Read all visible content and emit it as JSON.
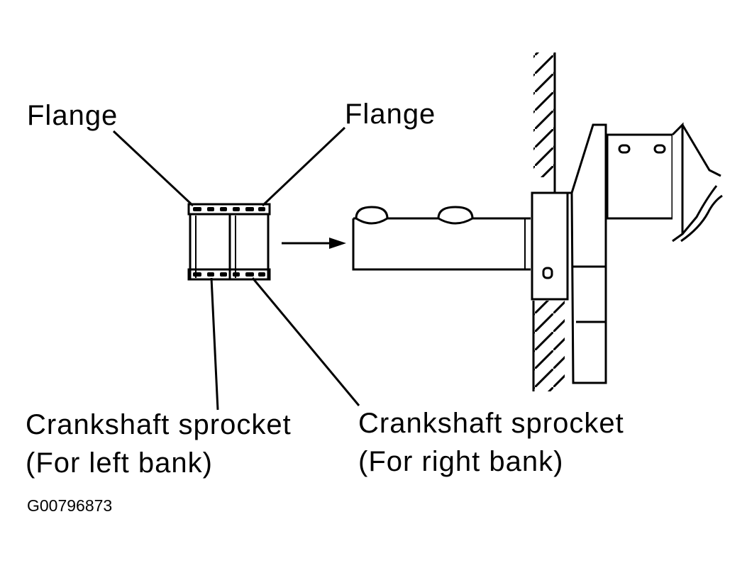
{
  "labels": {
    "flange_left": "Flange",
    "flange_right": "Flange",
    "sprocket_left_line1": "Crankshaft sprocket",
    "sprocket_left_line2": "(For left bank)",
    "sprocket_right_line1": "Crankshaft sprocket",
    "sprocket_right_line2": "(For right bank)",
    "figure_id": "G00796873"
  },
  "colors": {
    "ink": "#000000",
    "paper": "#ffffff"
  }
}
